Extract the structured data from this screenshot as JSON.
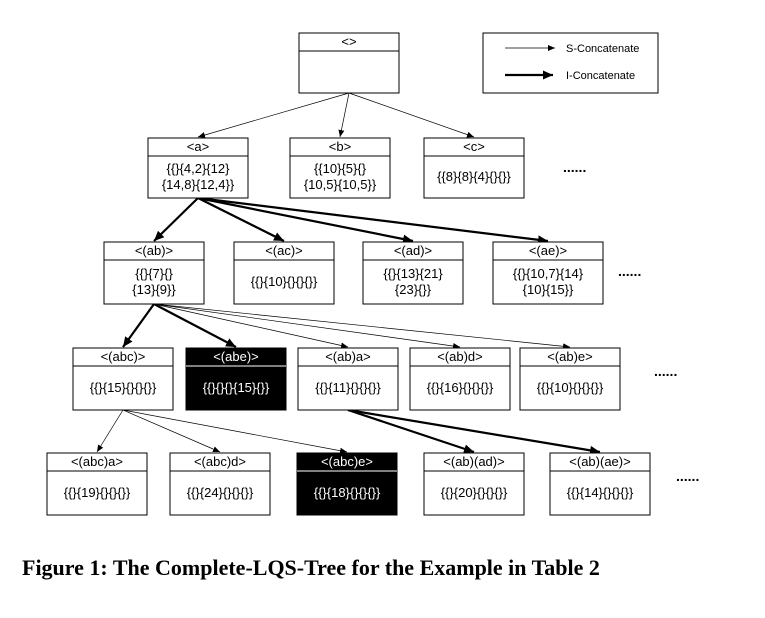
{
  "legend": {
    "s_label": "S-Concatenate",
    "i_label": "I-Concatenate"
  },
  "ellipsis": "......",
  "caption": "Figure 1: The Complete-LQS-Tree for the Example in Table 2",
  "nodes": [
    {
      "id": "root",
      "label": "<>",
      "lines": [],
      "highlight": false
    },
    {
      "id": "a",
      "label": "<a>",
      "lines": [
        "{{}{4,2}{12}",
        "{14,8}{12,4}}"
      ],
      "highlight": false
    },
    {
      "id": "b",
      "label": "<b>",
      "lines": [
        "{{10}{5}{}",
        "{10,5}{10,5}}"
      ],
      "highlight": false
    },
    {
      "id": "c",
      "label": "<c>",
      "lines": [
        "{{8}{8}{4}{}{}}"
      ],
      "highlight": false
    },
    {
      "id": "ab",
      "label": "<(ab)>",
      "lines": [
        "{{}{7}{}",
        "{13}{9}}"
      ],
      "highlight": false
    },
    {
      "id": "ac",
      "label": "<(ac)>",
      "lines": [
        "{{}{10}{}{}{}}"
      ],
      "highlight": false
    },
    {
      "id": "ad",
      "label": "<(ad)>",
      "lines": [
        "{{}{13}{21}",
        "{23}{}}"
      ],
      "highlight": false
    },
    {
      "id": "ae",
      "label": "<(ae)>",
      "lines": [
        "{{}{10,7}{14}",
        "{10}{15}}"
      ],
      "highlight": false
    },
    {
      "id": "abc",
      "label": "<(abc)>",
      "lines": [
        "{{}{15}{}{}{}}"
      ],
      "highlight": false
    },
    {
      "id": "abe",
      "label": "<(abe)>",
      "lines": [
        "{{}{}{}{15}{}}"
      ],
      "highlight": true
    },
    {
      "id": "ab_a",
      "label": "<(ab)a>",
      "lines": [
        "{{}{11}{}{}{}}"
      ],
      "highlight": false
    },
    {
      "id": "ab_d",
      "label": "<(ab)d>",
      "lines": [
        "{{}{16}{}{}{}}"
      ],
      "highlight": false
    },
    {
      "id": "ab_e",
      "label": "<(ab)e>",
      "lines": [
        "{{}{10}{}{}{}}"
      ],
      "highlight": false
    },
    {
      "id": "abc_a",
      "label": "<(abc)a>",
      "lines": [
        "{{}{19}{}{}{}}"
      ],
      "highlight": false
    },
    {
      "id": "abc_d",
      "label": "<(abc)d>",
      "lines": [
        "{{}{24}{}{}{}}"
      ],
      "highlight": false
    },
    {
      "id": "abc_e",
      "label": "<(abc)e>",
      "lines": [
        "{{}{18}{}{}{}}"
      ],
      "highlight": true
    },
    {
      "id": "ab_ad",
      "label": "<(ab)(ad)>",
      "lines": [
        "{{}{20}{}{}{}}"
      ],
      "highlight": false
    },
    {
      "id": "ab_ae",
      "label": "<(ab)(ae)>",
      "lines": [
        "{{}{14}{}{}{}}"
      ],
      "highlight": false
    }
  ],
  "edges": [
    {
      "from": "root",
      "to": "a",
      "type": "S"
    },
    {
      "from": "root",
      "to": "b",
      "type": "S"
    },
    {
      "from": "root",
      "to": "c",
      "type": "S"
    },
    {
      "from": "a",
      "to": "ab",
      "type": "I"
    },
    {
      "from": "a",
      "to": "ac",
      "type": "I"
    },
    {
      "from": "a",
      "to": "ad",
      "type": "I"
    },
    {
      "from": "a",
      "to": "ae",
      "type": "I"
    },
    {
      "from": "ab",
      "to": "abc",
      "type": "I"
    },
    {
      "from": "ab",
      "to": "abe",
      "type": "I"
    },
    {
      "from": "ab",
      "to": "ab_a",
      "type": "S"
    },
    {
      "from": "ab",
      "to": "ab_d",
      "type": "S"
    },
    {
      "from": "ab",
      "to": "ab_e",
      "type": "S"
    },
    {
      "from": "abc",
      "to": "abc_a",
      "type": "S"
    },
    {
      "from": "abc",
      "to": "abc_d",
      "type": "S"
    },
    {
      "from": "abc",
      "to": "abc_e",
      "type": "S"
    },
    {
      "from": "ab_a",
      "to": "ab_ad",
      "type": "I"
    },
    {
      "from": "ab_a",
      "to": "ab_ae",
      "type": "I"
    }
  ]
}
